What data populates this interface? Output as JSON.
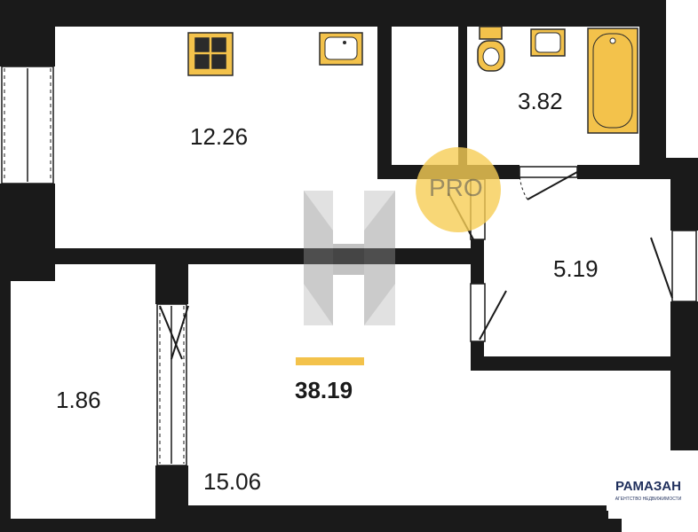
{
  "rooms": {
    "kitchen_area": "12.26",
    "bathroom_area": "3.82",
    "hall_area": "5.19",
    "balcony_area": "1.86",
    "living_area": "15.06"
  },
  "total_area": "38.19",
  "watermark": {
    "pro_text": "PRO"
  },
  "brand": {
    "name": "РАМАЗАН",
    "tagline": "АГЕНТСТВО НЕДВИЖИМОСТИ"
  },
  "colors": {
    "wall": "#1a1a1a",
    "fixture_fill": "#f3c24b",
    "fixture_stroke": "#2b2b2b",
    "accent_bar": "#f3c24b",
    "pro_circle": "#f6cd55",
    "brand": "#1f2f5c"
  }
}
